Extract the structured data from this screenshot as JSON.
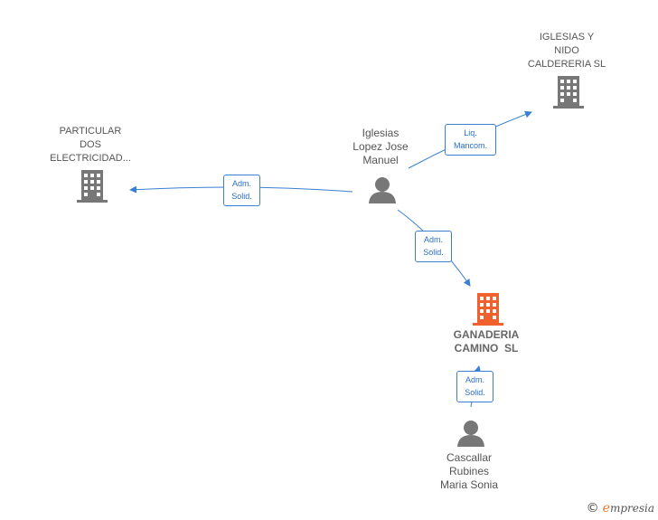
{
  "colors": {
    "company": "#777777",
    "focus_company": "#f0612d",
    "person": "#777777",
    "edge": "#3a7fd0"
  },
  "nodes": {
    "iglesias_nido": {
      "lines": [
        "IGLESIAS Y",
        "NIDO",
        "CALDERERIA SL"
      ],
      "icon": "building-icon"
    },
    "particular_dos": {
      "lines": [
        "PARTICULAR",
        "DOS",
        "ELECTRICIDAD..."
      ],
      "icon": "building-icon"
    },
    "iglesias_lopez": {
      "lines": [
        "Iglesias",
        "Lopez Jose",
        "Manuel"
      ],
      "icon": "person-icon"
    },
    "ganaderia": {
      "lines": [
        "GANADERIA",
        "CAMINO  SL"
      ],
      "icon": "building-icon"
    },
    "cascallar": {
      "lines": [
        "Cascallar",
        "Rubines",
        "Maria Sonia"
      ],
      "icon": "person-icon"
    }
  },
  "edges": {
    "liq_mancom": {
      "lines": [
        "Liq.",
        "Mancom."
      ]
    },
    "adm_solid_left": {
      "lines": [
        "Adm.",
        "Solid."
      ]
    },
    "adm_solid_down": {
      "lines": [
        "Adm.",
        "Solid."
      ]
    },
    "adm_solid_bottom": {
      "lines": [
        "Adm.",
        "Solid."
      ]
    }
  },
  "brand": {
    "copyright": "©",
    "initial": "e",
    "name": "mpresia"
  }
}
